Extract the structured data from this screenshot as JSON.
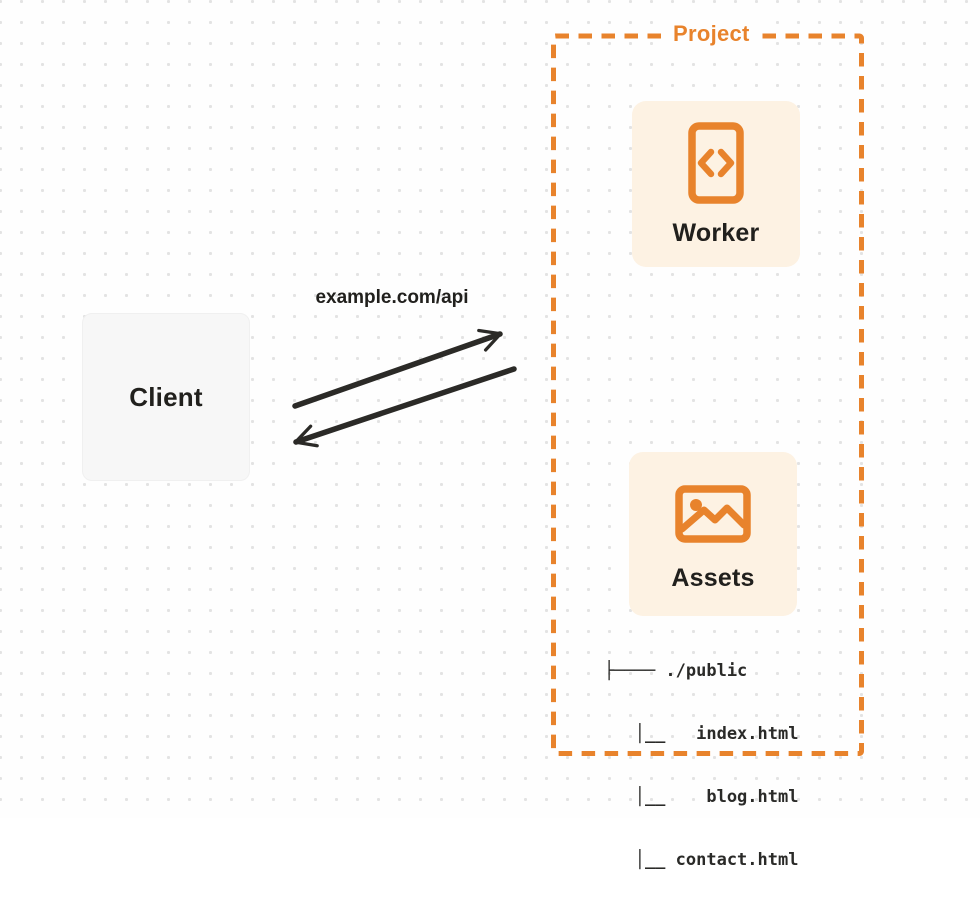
{
  "diagram": {
    "client": {
      "label": "Client"
    },
    "request_label": "example.com/api",
    "project": {
      "label": "Project",
      "worker": {
        "label": "Worker",
        "icon": "code-file-icon"
      },
      "assets": {
        "label": "Assets",
        "icon": "image-icon"
      },
      "file_tree": {
        "root": "./public",
        "files": [
          "index.html",
          "blog.html",
          "contact.html"
        ],
        "lines": [
          "├──── ./public",
          "   │__   index.html",
          "   │__    blog.html",
          "   │__ contact.html"
        ]
      }
    }
  },
  "colors": {
    "accent_orange": "#e8832c",
    "card_background": "#fdf2e3",
    "client_background": "#f7f7f7",
    "arrow": "#2b2a27",
    "text": "#21201d",
    "dot_grid": "#e3e3e3"
  }
}
